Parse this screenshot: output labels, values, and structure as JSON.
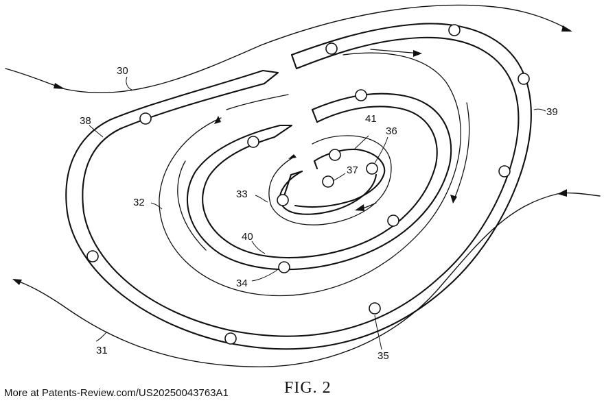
{
  "figure": {
    "caption": "FIG. 2",
    "credit": "More at Patents-Review.com/US20250043763A1",
    "reference_numerals": {
      "n30": "30",
      "n31": "31",
      "n32": "32",
      "n33": "33",
      "n34": "34",
      "n35": "35",
      "n36": "36",
      "n37": "37",
      "n38": "38",
      "n39": "39",
      "n40": "40",
      "n41": "41"
    },
    "ink_color": "#111111",
    "background_color": "#ffffff"
  }
}
